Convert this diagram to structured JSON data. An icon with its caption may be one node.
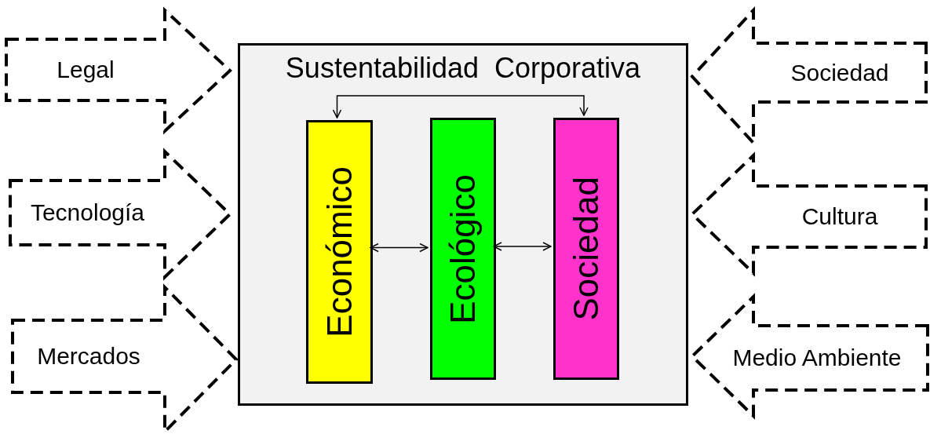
{
  "diagram": {
    "nodes": [
      {
        "text": [
          "Legal"
        ]
      },
      {
        "text": [
          "Tecnología"
        ]
      },
      {
        "text": [
          "Mercados"
        ]
      },
      {
        "text": [
          "Sustentabilidad  Corporativa"
        ]
      },
      {
        "text": [
          "Económico"
        ],
        "in": 3
      },
      {
        "text": [
          "Ecológico"
        ],
        "in": 3
      },
      {
        "text": [
          "Sociedad"
        ],
        "in": 3
      },
      {
        "text": [
          "Sociedad"
        ]
      },
      {
        "text": [
          "Cultura"
        ]
      },
      {
        "text": [
          "Medio Ambiente"
        ]
      }
    ],
    "edges": [
      {
        "from": 4,
        "to": 5,
        "arrow": "both"
      },
      {
        "from": 5,
        "to": 6,
        "arrow": "both"
      },
      {
        "from": 4,
        "to": 6,
        "arrow": "both"
      }
    ]
  }
}
